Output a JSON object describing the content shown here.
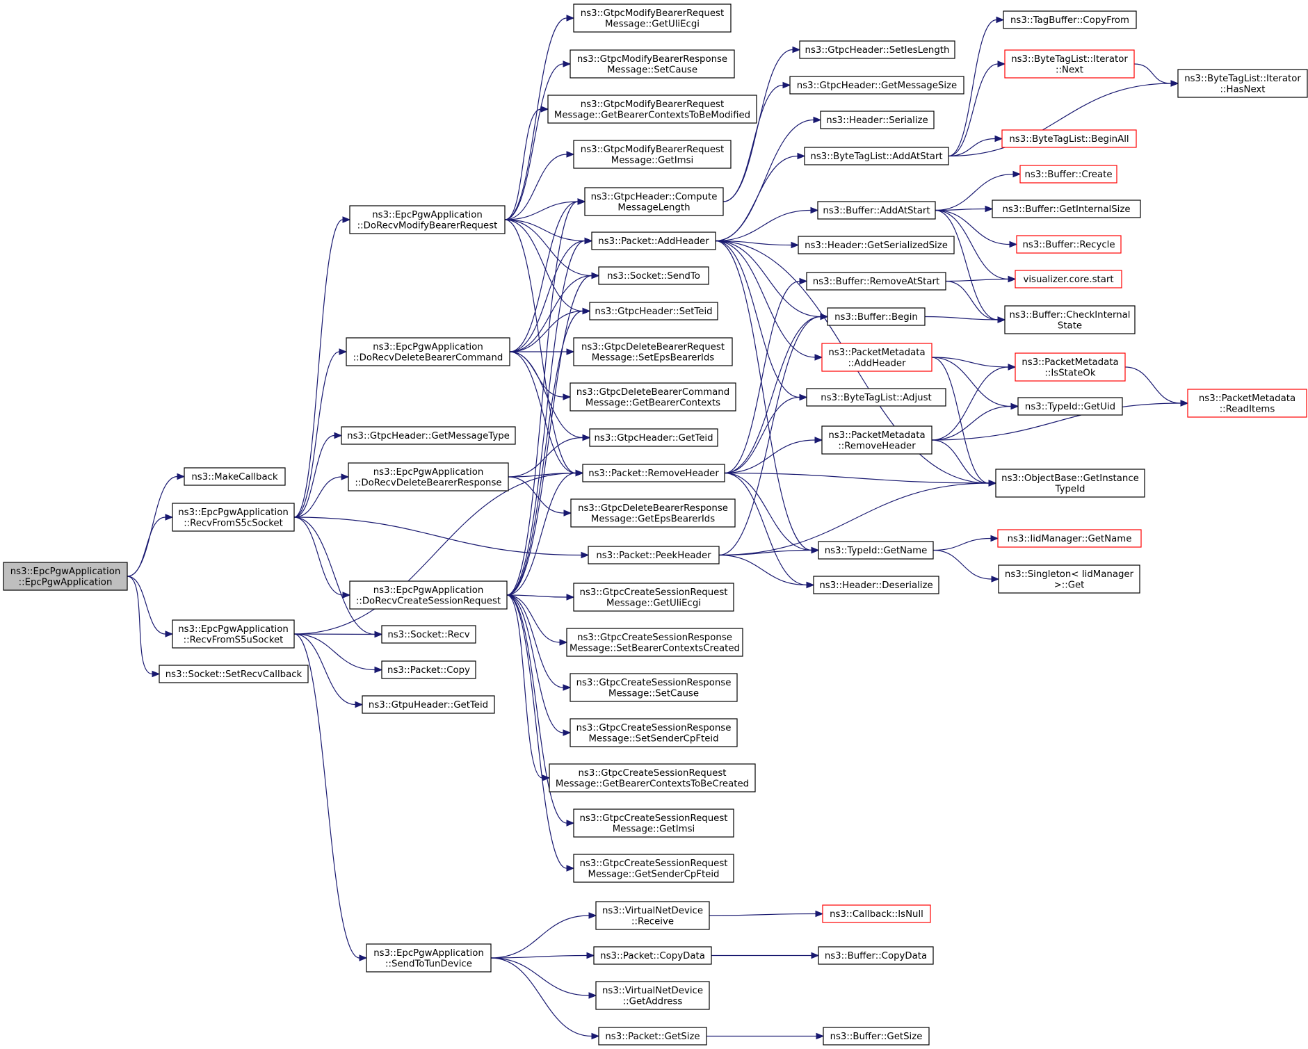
{
  "nodes": [
    {
      "id": "root",
      "lines": [
        "ns3::EpcPgwApplication",
        "::EpcPgwApplication"
      ],
      "style": "root"
    },
    {
      "id": "makeCallback",
      "lines": [
        "ns3::MakeCallback"
      ]
    },
    {
      "id": "recvS5c",
      "lines": [
        "ns3::EpcPgwApplication",
        "::RecvFromS5cSocket"
      ]
    },
    {
      "id": "recvS5u",
      "lines": [
        "ns3::EpcPgwApplication",
        "::RecvFromS5uSocket"
      ]
    },
    {
      "id": "setRecvCallback",
      "lines": [
        "ns3::Socket::SetRecvCallback"
      ]
    },
    {
      "id": "doModify",
      "lines": [
        "ns3::EpcPgwApplication",
        "::DoRecvModifyBearerRequest"
      ]
    },
    {
      "id": "doDelCmd",
      "lines": [
        "ns3::EpcPgwApplication",
        "::DoRecvDeleteBearerCommand"
      ]
    },
    {
      "id": "getMsgType",
      "lines": [
        "ns3::GtpcHeader::GetMessageType"
      ]
    },
    {
      "id": "doDelResp",
      "lines": [
        "ns3::EpcPgwApplication",
        "::DoRecvDeleteBearerResponse"
      ]
    },
    {
      "id": "doCreate",
      "lines": [
        "ns3::EpcPgwApplication",
        "::DoRecvCreateSessionRequest"
      ]
    },
    {
      "id": "sendTun",
      "lines": [
        "ns3::EpcPgwApplication",
        "::SendToTunDevice"
      ]
    },
    {
      "id": "socketRecv",
      "lines": [
        "ns3::Socket::Recv"
      ]
    },
    {
      "id": "packetCopy",
      "lines": [
        "ns3::Packet::Copy"
      ]
    },
    {
      "id": "gtpuGetTeid",
      "lines": [
        "ns3::GtpuHeader::GetTeid"
      ]
    },
    {
      "id": "mbrUli",
      "lines": [
        "ns3::GtpcModifyBearerRequest",
        "Message::GetUliEcgi"
      ]
    },
    {
      "id": "mbrspCause",
      "lines": [
        "ns3::GtpcModifyBearerResponse",
        "Message::SetCause"
      ]
    },
    {
      "id": "mbrCtx",
      "lines": [
        "ns3::GtpcModifyBearerRequest",
        "Message::GetBearerContextsToBeModified"
      ]
    },
    {
      "id": "mbrImsi",
      "lines": [
        "ns3::GtpcModifyBearerRequest",
        "Message::GetImsi"
      ]
    },
    {
      "id": "computeLen",
      "lines": [
        "ns3::GtpcHeader::Compute",
        "MessageLength"
      ]
    },
    {
      "id": "addHeader",
      "lines": [
        "ns3::Packet::AddHeader"
      ]
    },
    {
      "id": "sendTo",
      "lines": [
        "ns3::Socket::SendTo"
      ]
    },
    {
      "id": "setTeid",
      "lines": [
        "ns3::GtpcHeader::SetTeid"
      ]
    },
    {
      "id": "dbrSetEps",
      "lines": [
        "ns3::GtpcDeleteBearerRequest",
        "Message::SetEpsBearerIds"
      ]
    },
    {
      "id": "dbcGetCtx",
      "lines": [
        "ns3::GtpcDeleteBearerCommand",
        "Message::GetBearerContexts"
      ]
    },
    {
      "id": "getTeid",
      "lines": [
        "ns3::GtpcHeader::GetTeid"
      ]
    },
    {
      "id": "removeHeader",
      "lines": [
        "ns3::Packet::RemoveHeader"
      ]
    },
    {
      "id": "dbrspEps",
      "lines": [
        "ns3::GtpcDeleteBearerResponse",
        "Message::GetEpsBearerIds"
      ]
    },
    {
      "id": "peekHeader",
      "lines": [
        "ns3::Packet::PeekHeader"
      ]
    },
    {
      "id": "csrUli",
      "lines": [
        "ns3::GtpcCreateSessionRequest",
        "Message::GetUliEcgi"
      ]
    },
    {
      "id": "csrspCtx",
      "lines": [
        "ns3::GtpcCreateSessionResponse",
        "Message::SetBearerContextsCreated"
      ]
    },
    {
      "id": "csrspCause",
      "lines": [
        "ns3::GtpcCreateSessionResponse",
        "Message::SetCause"
      ]
    },
    {
      "id": "csrspFteid",
      "lines": [
        "ns3::GtpcCreateSessionResponse",
        "Message::SetSenderCpFteid"
      ]
    },
    {
      "id": "csrCtx",
      "lines": [
        "ns3::GtpcCreateSessionRequest",
        "Message::GetBearerContextsToBeCreated"
      ]
    },
    {
      "id": "csrImsi",
      "lines": [
        "ns3::GtpcCreateSessionRequest",
        "Message::GetImsi"
      ]
    },
    {
      "id": "csrFteid",
      "lines": [
        "ns3::GtpcCreateSessionRequest",
        "Message::GetSenderCpFteid"
      ]
    },
    {
      "id": "vndReceive",
      "lines": [
        "ns3::VirtualNetDevice",
        "::Receive"
      ]
    },
    {
      "id": "copyData",
      "lines": [
        "ns3::Packet::CopyData"
      ]
    },
    {
      "id": "vndAddr",
      "lines": [
        "ns3::VirtualNetDevice",
        "::GetAddress"
      ]
    },
    {
      "id": "getSize",
      "lines": [
        "ns3::Packet::GetSize"
      ]
    },
    {
      "id": "setIesLen",
      "lines": [
        "ns3::GtpcHeader::SetIesLength"
      ]
    },
    {
      "id": "getMsgSize",
      "lines": [
        "ns3::GtpcHeader::GetMessageSize"
      ]
    },
    {
      "id": "hdrSerialize",
      "lines": [
        "ns3::Header::Serialize"
      ]
    },
    {
      "id": "btlAddAtStart",
      "lines": [
        "ns3::ByteTagList::AddAtStart"
      ]
    },
    {
      "id": "bufAddAtStart",
      "lines": [
        "ns3::Buffer::AddAtStart"
      ]
    },
    {
      "id": "hdrSerSize",
      "lines": [
        "ns3::Header::GetSerializedSize"
      ]
    },
    {
      "id": "bufRemoveAtStart",
      "lines": [
        "ns3::Buffer::RemoveAtStart"
      ]
    },
    {
      "id": "bufBegin",
      "lines": [
        "ns3::Buffer::Begin"
      ]
    },
    {
      "id": "pmAddHeader",
      "lines": [
        "ns3::PacketMetadata",
        "::AddHeader"
      ],
      "style": "ext"
    },
    {
      "id": "btlAdjust",
      "lines": [
        "ns3::ByteTagList::Adjust"
      ]
    },
    {
      "id": "pmRemoveHeader",
      "lines": [
        "ns3::PacketMetadata",
        "::RemoveHeader"
      ]
    },
    {
      "id": "typeGetName",
      "lines": [
        "ns3::TypeId::GetName"
      ]
    },
    {
      "id": "hdrDeserialize",
      "lines": [
        "ns3::Header::Deserialize"
      ]
    },
    {
      "id": "vndIsNull",
      "lines": [
        "ns3::Callback::IsNull"
      ],
      "style": "ext"
    },
    {
      "id": "bufCopyData",
      "lines": [
        "ns3::Buffer::CopyData"
      ]
    },
    {
      "id": "bufGetSize",
      "lines": [
        "ns3::Buffer::GetSize"
      ]
    },
    {
      "id": "tagCopyFrom",
      "lines": [
        "ns3::TagBuffer::CopyFrom"
      ]
    },
    {
      "id": "btlIterNext",
      "lines": [
        "ns3::ByteTagList::Iterator",
        "::Next"
      ],
      "style": "ext"
    },
    {
      "id": "btlBeginAll",
      "lines": [
        "ns3::ByteTagList::BeginAll"
      ],
      "style": "ext"
    },
    {
      "id": "bufCreate",
      "lines": [
        "ns3::Buffer::Create"
      ],
      "style": "ext"
    },
    {
      "id": "bufInternalSize",
      "lines": [
        "ns3::Buffer::GetInternalSize"
      ]
    },
    {
      "id": "bufRecycle",
      "lines": [
        "ns3::Buffer::Recycle"
      ],
      "style": "ext"
    },
    {
      "id": "vizStart",
      "lines": [
        "visualizer.core.start"
      ],
      "style": "ext"
    },
    {
      "id": "bufCheck",
      "lines": [
        "ns3::Buffer::CheckInternal",
        "State"
      ]
    },
    {
      "id": "pmIsStateOk",
      "lines": [
        "ns3::PacketMetadata",
        "::IsStateOk"
      ],
      "style": "ext"
    },
    {
      "id": "typeGetUid",
      "lines": [
        "ns3::TypeId::GetUid"
      ]
    },
    {
      "id": "objGetInstance",
      "lines": [
        "ns3::ObjectBase::GetInstance",
        "TypeId"
      ]
    },
    {
      "id": "iidGetName",
      "lines": [
        "ns3::IidManager::GetName"
      ],
      "style": "ext"
    },
    {
      "id": "singletonGet",
      "lines": [
        "ns3::Singleton< IidManager",
        ">::Get"
      ]
    },
    {
      "id": "btlHasNext",
      "lines": [
        "ns3::ByteTagList::Iterator",
        "::HasNext"
      ]
    },
    {
      "id": "pmReadItems",
      "lines": [
        "ns3::PacketMetadata",
        "::ReadItems"
      ],
      "style": "ext"
    }
  ],
  "edges": [
    [
      "root",
      "makeCallback"
    ],
    [
      "root",
      "recvS5c"
    ],
    [
      "root",
      "recvS5u"
    ],
    [
      "root",
      "setRecvCallback"
    ],
    [
      "recvS5c",
      "doModify"
    ],
    [
      "recvS5c",
      "doDelCmd"
    ],
    [
      "recvS5c",
      "getMsgType"
    ],
    [
      "recvS5c",
      "doDelResp"
    ],
    [
      "recvS5c",
      "doCreate"
    ],
    [
      "recvS5c",
      "socketRecv"
    ],
    [
      "recvS5c",
      "peekHeader"
    ],
    [
      "recvS5u",
      "socketRecv"
    ],
    [
      "recvS5u",
      "packetCopy"
    ],
    [
      "recvS5u",
      "gtpuGetTeid"
    ],
    [
      "recvS5u",
      "removeHeader"
    ],
    [
      "recvS5u",
      "sendTun"
    ],
    [
      "doModify",
      "mbrUli"
    ],
    [
      "doModify",
      "mbrspCause"
    ],
    [
      "doModify",
      "mbrCtx"
    ],
    [
      "doModify",
      "mbrImsi"
    ],
    [
      "doModify",
      "computeLen"
    ],
    [
      "doModify",
      "addHeader"
    ],
    [
      "doModify",
      "sendTo"
    ],
    [
      "doModify",
      "setTeid"
    ],
    [
      "doModify",
      "removeHeader"
    ],
    [
      "doDelCmd",
      "computeLen"
    ],
    [
      "doDelCmd",
      "addHeader"
    ],
    [
      "doDelCmd",
      "sendTo"
    ],
    [
      "doDelCmd",
      "setTeid"
    ],
    [
      "doDelCmd",
      "dbrSetEps"
    ],
    [
      "doDelCmd",
      "dbcGetCtx"
    ],
    [
      "doDelCmd",
      "getTeid"
    ],
    [
      "doDelCmd",
      "removeHeader"
    ],
    [
      "doDelResp",
      "getTeid"
    ],
    [
      "doDelResp",
      "removeHeader"
    ],
    [
      "doDelResp",
      "dbrspEps"
    ],
    [
      "doCreate",
      "computeLen"
    ],
    [
      "doCreate",
      "addHeader"
    ],
    [
      "doCreate",
      "sendTo"
    ],
    [
      "doCreate",
      "setTeid"
    ],
    [
      "doCreate",
      "removeHeader"
    ],
    [
      "doCreate",
      "csrUli"
    ],
    [
      "doCreate",
      "csrspCtx"
    ],
    [
      "doCreate",
      "csrspCause"
    ],
    [
      "doCreate",
      "csrspFteid"
    ],
    [
      "doCreate",
      "csrCtx"
    ],
    [
      "doCreate",
      "csrImsi"
    ],
    [
      "doCreate",
      "csrFteid"
    ],
    [
      "sendTun",
      "vndReceive"
    ],
    [
      "sendTun",
      "copyData"
    ],
    [
      "sendTun",
      "vndAddr"
    ],
    [
      "sendTun",
      "getSize"
    ],
    [
      "computeLen",
      "setIesLen"
    ],
    [
      "computeLen",
      "getMsgSize"
    ],
    [
      "addHeader",
      "hdrSerialize"
    ],
    [
      "addHeader",
      "btlAddAtStart"
    ],
    [
      "addHeader",
      "bufAddAtStart"
    ],
    [
      "addHeader",
      "hdrSerSize"
    ],
    [
      "addHeader",
      "bufBegin"
    ],
    [
      "addHeader",
      "pmAddHeader"
    ],
    [
      "addHeader",
      "btlAdjust"
    ],
    [
      "addHeader",
      "typeGetName"
    ],
    [
      "addHeader",
      "objGetInstance"
    ],
    [
      "removeHeader",
      "bufRemoveAtStart"
    ],
    [
      "removeHeader",
      "bufBegin"
    ],
    [
      "removeHeader",
      "btlAdjust"
    ],
    [
      "removeHeader",
      "pmRemoveHeader"
    ],
    [
      "removeHeader",
      "objGetInstance"
    ],
    [
      "removeHeader",
      "typeGetName"
    ],
    [
      "removeHeader",
      "hdrDeserialize"
    ],
    [
      "peekHeader",
      "bufBegin"
    ],
    [
      "peekHeader",
      "typeGetName"
    ],
    [
      "peekHeader",
      "hdrDeserialize"
    ],
    [
      "peekHeader",
      "objGetInstance"
    ],
    [
      "btlAddAtStart",
      "tagCopyFrom"
    ],
    [
      "btlAddAtStart",
      "btlIterNext"
    ],
    [
      "btlAddAtStart",
      "btlHasNext"
    ],
    [
      "btlAddAtStart",
      "btlBeginAll"
    ],
    [
      "btlIterNext",
      "btlHasNext"
    ],
    [
      "bufAddAtStart",
      "bufCreate"
    ],
    [
      "bufAddAtStart",
      "bufInternalSize"
    ],
    [
      "bufAddAtStart",
      "bufRecycle"
    ],
    [
      "bufAddAtStart",
      "vizStart"
    ],
    [
      "bufAddAtStart",
      "bufCheck"
    ],
    [
      "bufRemoveAtStart",
      "vizStart"
    ],
    [
      "bufRemoveAtStart",
      "bufCheck"
    ],
    [
      "bufBegin",
      "bufCheck"
    ],
    [
      "pmAddHeader",
      "pmIsStateOk"
    ],
    [
      "pmAddHeader",
      "typeGetUid"
    ],
    [
      "pmAddHeader",
      "objGetInstance"
    ],
    [
      "pmRemoveHeader",
      "pmIsStateOk"
    ],
    [
      "pmRemoveHeader",
      "typeGetUid"
    ],
    [
      "pmRemoveHeader",
      "objGetInstance"
    ],
    [
      "pmRemoveHeader",
      "pmReadItems"
    ],
    [
      "pmIsStateOk",
      "pmReadItems"
    ],
    [
      "typeGetName",
      "iidGetName"
    ],
    [
      "typeGetName",
      "singletonGet"
    ],
    [
      "vndReceive",
      "vndIsNull"
    ],
    [
      "copyData",
      "bufCopyData"
    ],
    [
      "getSize",
      "bufGetSize"
    ]
  ]
}
